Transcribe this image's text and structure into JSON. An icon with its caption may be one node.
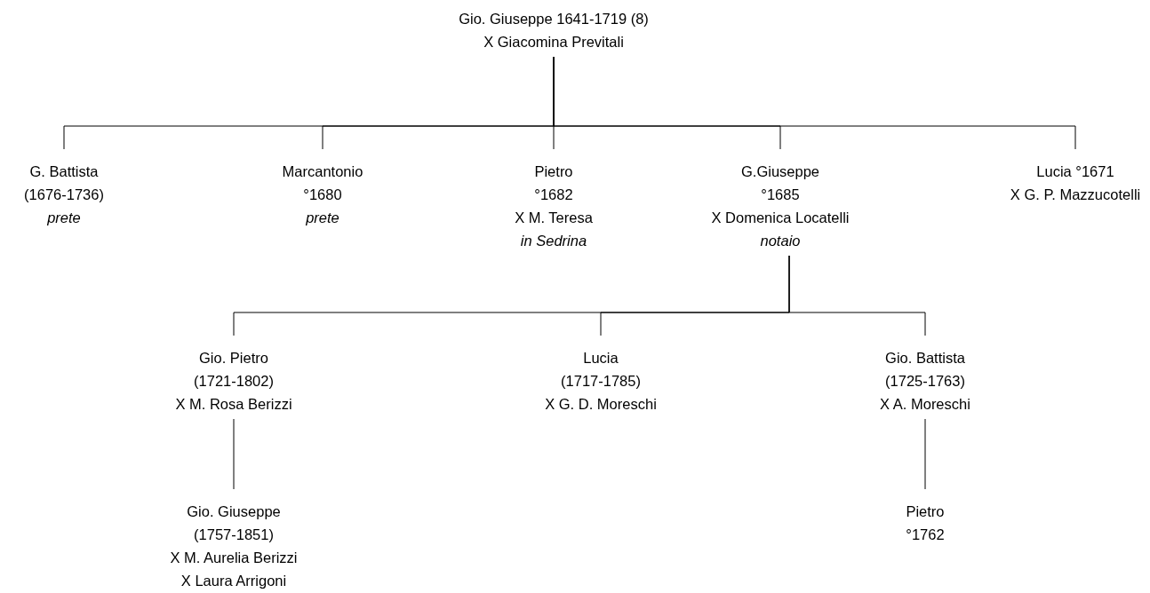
{
  "diagram": {
    "nodes": [
      {
        "text": [
          "Gio. Giuseppe 1641-1719 (8)",
          "X Giacomina Previtali"
        ]
      },
      {
        "text": [
          "G. Battista",
          "(1676-1736)",
          "*prete*"
        ]
      },
      {
        "text": [
          "Marcantonio",
          "°1680",
          "*prete*"
        ]
      },
      {
        "text": [
          "Pietro",
          "°1682",
          "X M. Teresa",
          "*in Sedrina*"
        ]
      },
      {
        "text": [
          "G.Giuseppe",
          "°1685",
          "X Domenica Locatelli",
          "*notaio*"
        ]
      },
      {
        "text": [
          "Lucia °1671",
          "X G. P. Mazzucotelli"
        ]
      },
      {
        "text": [
          "Gio. Pietro",
          "(1721-1802)",
          "X M. Rosa Berizzi"
        ]
      },
      {
        "text": [
          "Lucia",
          "(1717-1785)",
          "X G. D. Moreschi"
        ]
      },
      {
        "text": [
          "Gio. Battista",
          "(1725-1763)",
          "X A. Moreschi"
        ]
      },
      {
        "text": [
          "Gio. Giuseppe",
          "(1757-1851)",
          "X M. Aurelia Berizzi",
          "X Laura Arrigoni"
        ]
      },
      {
        "text": [
          "Pietro",
          "°1762"
        ]
      }
    ],
    "edges": [
      {
        "from": 0,
        "to": 1,
        "arrow": "none"
      },
      {
        "from": 0,
        "to": 2,
        "arrow": "none"
      },
      {
        "from": 0,
        "to": 3,
        "arrow": "none"
      },
      {
        "from": 0,
        "to": 4,
        "arrow": "none"
      },
      {
        "from": 0,
        "to": 5,
        "arrow": "none"
      },
      {
        "from": 4,
        "to": 6,
        "arrow": "none"
      },
      {
        "from": 4,
        "to": 7,
        "arrow": "none"
      },
      {
        "from": 4,
        "to": 8,
        "arrow": "none"
      },
      {
        "from": 6,
        "to": 9,
        "arrow": "none"
      },
      {
        "from": 8,
        "to": 10,
        "arrow": "none"
      }
    ]
  }
}
